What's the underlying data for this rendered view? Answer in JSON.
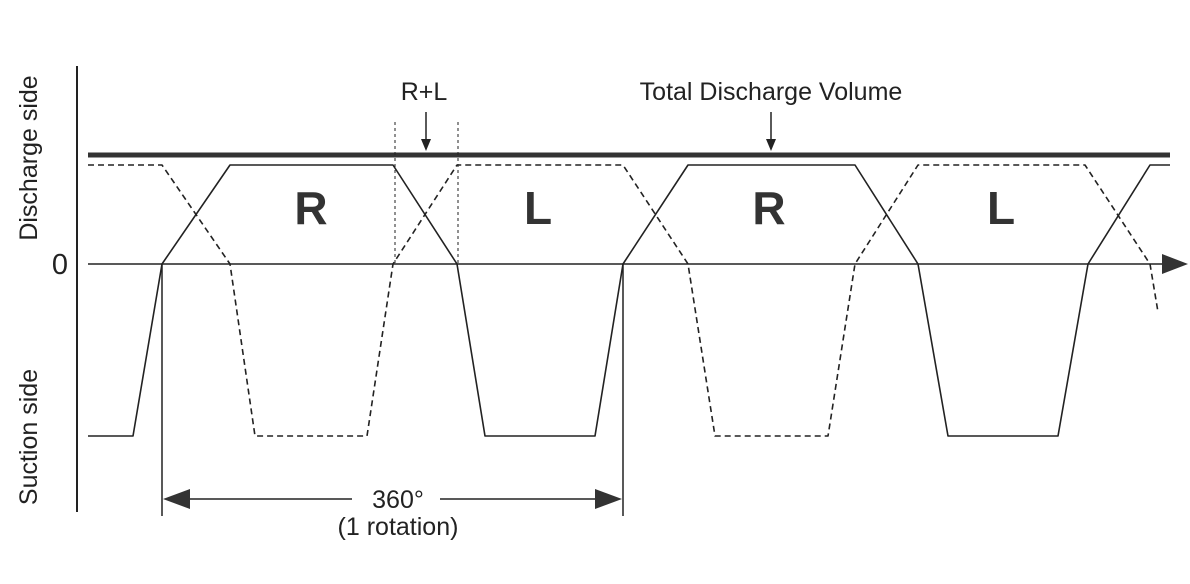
{
  "labels": {
    "discharge_side": "Discharge side",
    "suction_side": "Suction side",
    "zero": "0",
    "r_plus_l": "R+L",
    "total_discharge_volume": "Total Discharge Volume",
    "rotation_degrees": "360°",
    "rotation_note": "(1 rotation)",
    "segments": [
      "R",
      "L",
      "R",
      "L"
    ]
  },
  "colors": {
    "ink": "#222222",
    "segment_letters": "#333333",
    "background": "#ffffff"
  }
}
